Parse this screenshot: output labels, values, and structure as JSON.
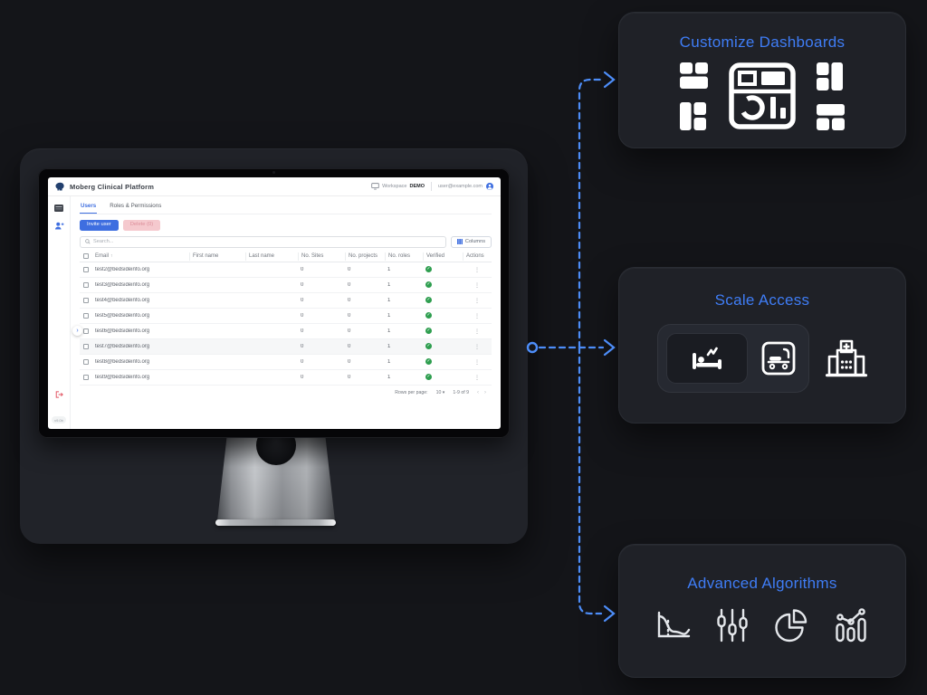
{
  "colors": {
    "accent_blue": "#3f7df6",
    "connector_blue": "#4d8df8",
    "app_blue": "#3e6ee0",
    "success_green": "#2e9e4f",
    "danger_red": "#e25563"
  },
  "app": {
    "brand_title": "Moberg Clinical Platform",
    "topbar": {
      "workspace_label": "Workspace",
      "workspace_value": "DEMO",
      "user_email": "user@example.com"
    },
    "tabs": {
      "users": "Users",
      "roles": "Roles & Permissions"
    },
    "buttons": {
      "invite": "Invite user",
      "delete": "Delete (0)",
      "columns": "Columns"
    },
    "search_placeholder": "Search...",
    "sidebar_version": "v9.0b",
    "table": {
      "sort_indicator": "↑",
      "headers": {
        "email": "Email",
        "first_name": "First name",
        "last_name": "Last name",
        "sites": "No. Sites",
        "projects": "No. projects",
        "roles": "No. roles",
        "verified": "Verified",
        "actions": "Actions"
      },
      "rows": [
        {
          "email": "test2@bedsideinfo.org",
          "sites": "0",
          "projects": "0",
          "roles": "1"
        },
        {
          "email": "test3@bedsideinfo.org",
          "sites": "0",
          "projects": "0",
          "roles": "1"
        },
        {
          "email": "test4@bedsideinfo.org",
          "sites": "0",
          "projects": "0",
          "roles": "1"
        },
        {
          "email": "test5@bedsideinfo.org",
          "sites": "0",
          "projects": "0",
          "roles": "1"
        },
        {
          "email": "test6@bedsideinfo.org",
          "sites": "0",
          "projects": "0",
          "roles": "1"
        },
        {
          "email": "test7@bedsideinfo.org",
          "sites": "0",
          "projects": "0",
          "roles": "1"
        },
        {
          "email": "test8@bedsideinfo.org",
          "sites": "0",
          "projects": "0",
          "roles": "1"
        },
        {
          "email": "test9@bedsideinfo.org",
          "sites": "0",
          "projects": "0",
          "roles": "1"
        }
      ],
      "verified_glyph": "✓"
    },
    "pagination": {
      "label": "Rows per page:",
      "value": "10",
      "caret": "▾",
      "range": "1-9 of 9",
      "prev": "‹",
      "next": "›"
    },
    "glyphs": {
      "dots": "⋮",
      "chevron_right": "›"
    }
  },
  "panels": {
    "dashboards": {
      "title": "Customize Dashboards"
    },
    "access": {
      "title": "Scale Access"
    },
    "algorithms": {
      "title": "Advanced Algorithms"
    }
  }
}
